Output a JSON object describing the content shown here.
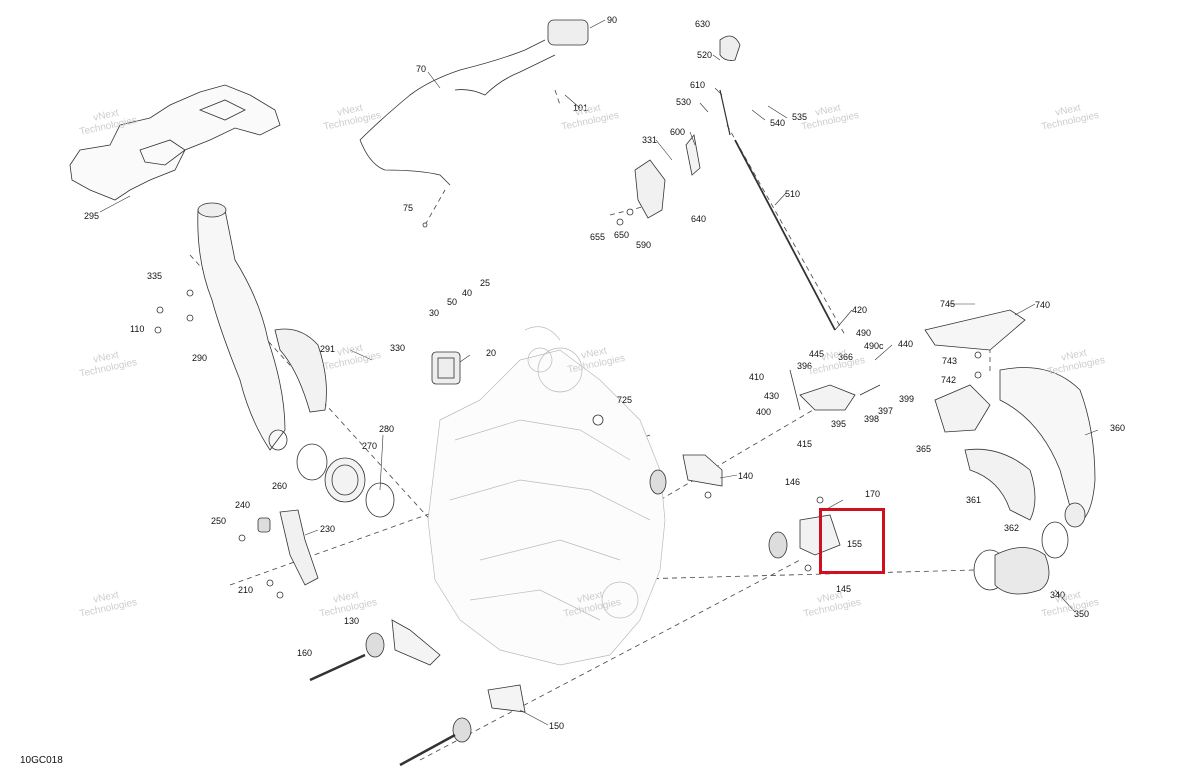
{
  "figure_id": "10GC018",
  "highlight_color": "#d0101f",
  "highlight_part": "155",
  "watermark": {
    "line1": "vNext",
    "line2": "Technologies"
  },
  "parts": [
    "630",
    "520",
    "90",
    "70",
    "610",
    "530",
    "535",
    "540",
    "101",
    "331",
    "600",
    "510",
    "295",
    "75",
    "640",
    "655",
    "650",
    "590",
    "335",
    "110",
    "25",
    "40",
    "50",
    "30",
    "20",
    "290",
    "291",
    "330",
    "420",
    "490",
    "445",
    "490c",
    "440",
    "366",
    "396",
    "745",
    "740",
    "743",
    "742",
    "410",
    "430",
    "400",
    "415",
    "395",
    "397",
    "398",
    "399",
    "725",
    "280",
    "270",
    "360",
    "365",
    "140",
    "146",
    "170",
    "155",
    "260",
    "240",
    "250",
    "230",
    "361",
    "362",
    "210",
    "340",
    "350",
    "145",
    "130",
    "160",
    "150"
  ]
}
